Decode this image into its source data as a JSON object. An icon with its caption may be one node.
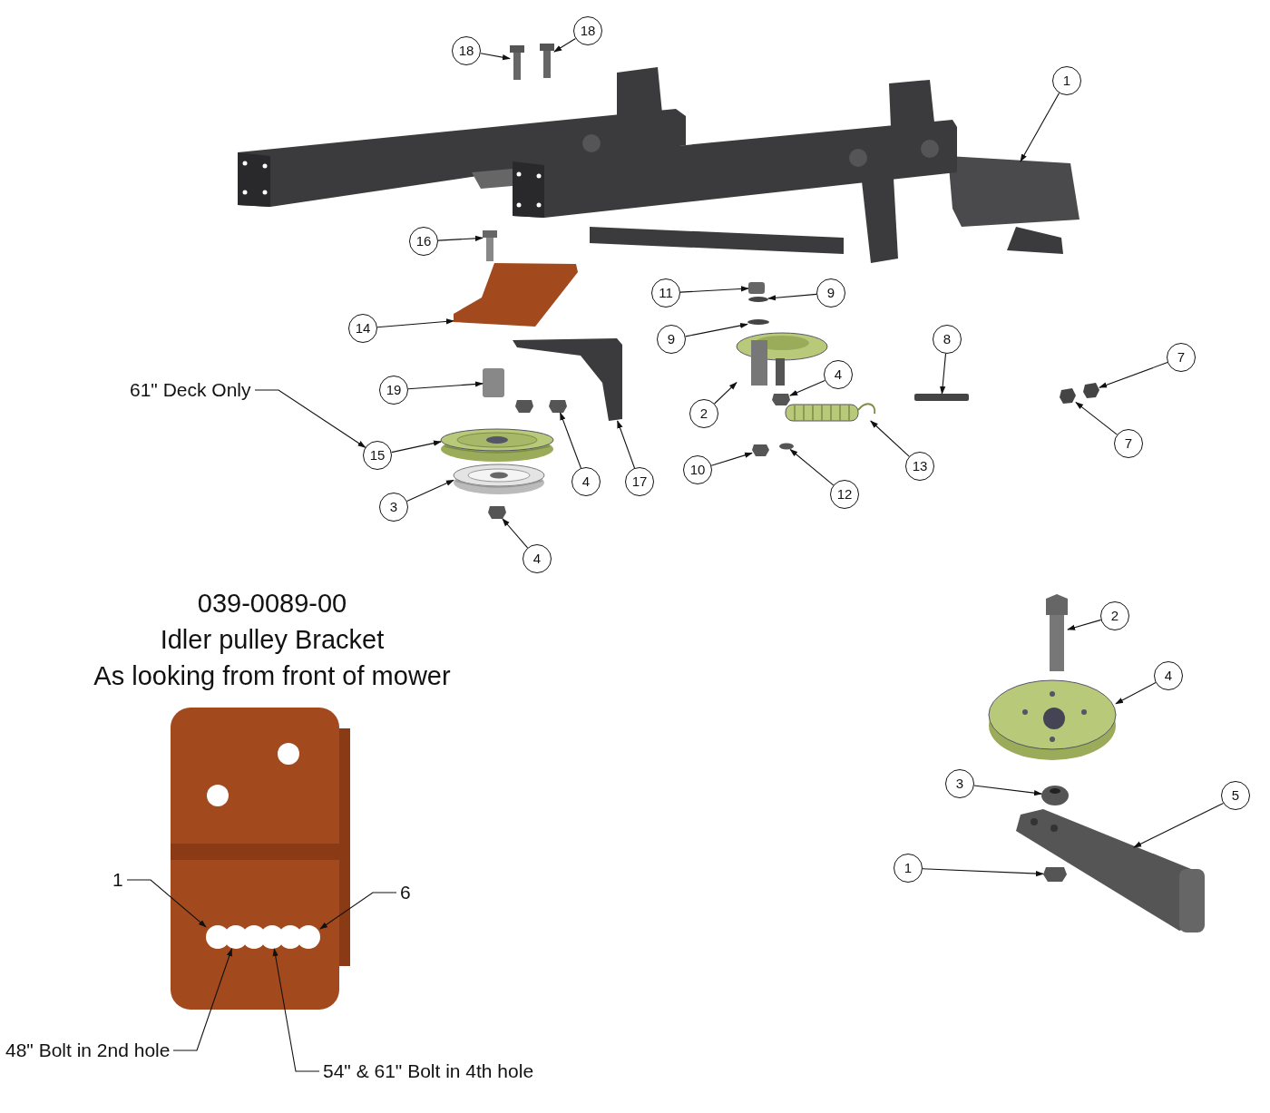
{
  "diagram": {
    "nodes": [
      {
        "text": [
          "18"
        ]
      },
      {
        "text": [],
        "shape": "picture"
      },
      {
        "text": [
          "18"
        ]
      },
      {
        "text": [],
        "shape": "picture"
      },
      {
        "text": [
          "1"
        ]
      },
      {
        "text": [],
        "shape": "picture"
      },
      {
        "text": [
          "16"
        ]
      },
      {
        "text": [],
        "shape": "picture"
      },
      {
        "text": [
          "11"
        ]
      },
      {
        "text": [],
        "shape": "cylinder"
      },
      {
        "text": [
          "9"
        ]
      },
      {
        "text": [],
        "shape": "circle"
      },
      {
        "text": [
          "14"
        ]
      },
      {
        "text": [],
        "shape": "picture"
      },
      {
        "text": [
          "9"
        ]
      },
      {
        "text": [],
        "shape": "circle"
      },
      {
        "text": [
          "8"
        ]
      },
      {
        "text": [],
        "shape": "bar"
      },
      {
        "text": [
          "7"
        ]
      },
      {
        "text": [],
        "shape": "picture"
      },
      {
        "text": [
          "4"
        ]
      },
      {
        "text": [],
        "shape": "box"
      },
      {
        "text": [
          "61\" Deck Only"
        ]
      },
      {
        "text": [
          "19"
        ]
      },
      {
        "text": [],
        "shape": "cylinder"
      },
      {
        "text": [
          "2"
        ]
      },
      {
        "text": [],
        "shape": "picture"
      },
      {
        "text": [
          "7"
        ]
      },
      {
        "text": [],
        "shape": "picture"
      },
      {
        "text": [
          "15"
        ]
      },
      {
        "text": [],
        "shape": "picture"
      },
      {
        "text": [
          "4"
        ]
      },
      {
        "text": [],
        "shape": "picture"
      },
      {
        "text": [
          "17"
        ]
      },
      {
        "text": [],
        "shape": "picture"
      },
      {
        "text": [
          "13"
        ]
      },
      {
        "text": [],
        "shape": "picture"
      },
      {
        "text": [
          "10"
        ]
      },
      {
        "text": [],
        "shape": "picture"
      },
      {
        "text": [
          "12"
        ]
      },
      {
        "text": [],
        "shape": "circle"
      },
      {
        "text": [
          "3"
        ]
      },
      {
        "text": [],
        "shape": "picture"
      },
      {
        "text": [
          "4"
        ]
      },
      {
        "text": [],
        "shape": "picture"
      },
      {
        "text": [
          "2"
        ]
      },
      {
        "text": [],
        "shape": "picture"
      },
      {
        "text": [
          "4"
        ]
      },
      {
        "text": [],
        "shape": "picture"
      },
      {
        "text": [
          "3"
        ]
      },
      {
        "text": [],
        "shape": "picture"
      },
      {
        "text": [
          "5"
        ]
      },
      {
        "text": [],
        "shape": "picture"
      },
      {
        "text": [
          "1"
        ]
      },
      {
        "text": [],
        "shape": "picture"
      },
      {
        "text": [
          "1"
        ]
      },
      {
        "text": [
          "6"
        ]
      },
      {
        "text": [],
        "shape": "circle"
      },
      {
        "text": [],
        "shape": "circle"
      },
      {
        "text": [],
        "shape": "circle"
      },
      {
        "text": [],
        "shape": "circle"
      },
      {
        "text": [
          "48\" Bolt in 2nd hole"
        ]
      },
      {
        "text": [
          "54\" & 61\" Bolt in 4th hole"
        ]
      }
    ],
    "edges": [
      {
        "from": 0,
        "to": 1,
        "arrow": "to"
      },
      {
        "from": 2,
        "to": 3,
        "arrow": "to"
      },
      {
        "from": 4,
        "to": 5,
        "arrow": "to"
      },
      {
        "from": 6,
        "to": 7,
        "arrow": "to"
      },
      {
        "from": 8,
        "to": 9,
        "arrow": "to"
      },
      {
        "from": 10,
        "to": 11,
        "arrow": "to"
      },
      {
        "from": 12,
        "to": 13,
        "arrow": "to"
      },
      {
        "from": 14,
        "to": 15,
        "arrow": "to"
      },
      {
        "from": 16,
        "to": 17,
        "arrow": "to"
      },
      {
        "from": 18,
        "to": 19,
        "arrow": "to"
      },
      {
        "from": 20,
        "to": 21,
        "arrow": "to"
      },
      {
        "from": 22,
        "to": 29,
        "arrow": "to"
      },
      {
        "from": 23,
        "to": 24,
        "arrow": "to"
      },
      {
        "from": 25,
        "to": 26,
        "arrow": "to"
      },
      {
        "from": 27,
        "to": 28,
        "arrow": "to"
      },
      {
        "from": 29,
        "to": 30,
        "arrow": "to"
      },
      {
        "from": 31,
        "to": 32,
        "arrow": "to"
      },
      {
        "from": 33,
        "to": 34,
        "arrow": "to"
      },
      {
        "from": 35,
        "to": 36,
        "arrow": "to"
      },
      {
        "from": 37,
        "to": 38,
        "arrow": "to"
      },
      {
        "from": 39,
        "to": 40,
        "arrow": "to"
      },
      {
        "from": 41,
        "to": 42,
        "arrow": "to"
      },
      {
        "from": 43,
        "to": 44,
        "arrow": "to"
      },
      {
        "from": 45,
        "to": 46,
        "arrow": "to"
      },
      {
        "from": 47,
        "to": 48,
        "arrow": "to"
      },
      {
        "from": 49,
        "to": 50,
        "arrow": "to"
      },
      {
        "from": 51,
        "to": 52,
        "arrow": "to"
      },
      {
        "from": 53,
        "to": 54,
        "arrow": "to"
      },
      {
        "from": 55,
        "to": 57,
        "arrow": "to"
      },
      {
        "from": 56,
        "to": 60,
        "arrow": "to"
      },
      {
        "from": 61,
        "to": 58,
        "arrow": "to"
      },
      {
        "from": 62,
        "to": 59,
        "arrow": "to"
      }
    ],
    "labels": [
      "039-0089-00",
      "Idler pulley Bracket",
      "As looking from front of mower"
    ]
  }
}
